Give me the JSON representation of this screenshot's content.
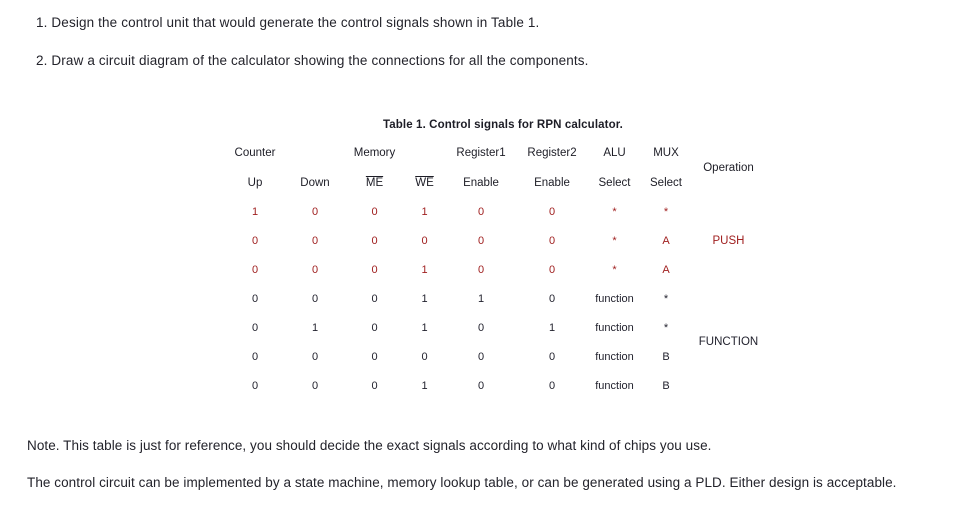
{
  "intro": {
    "items": [
      "1. Design the control unit that would generate the control signals shown in Table 1.",
      "2. Draw a circuit diagram of the calculator showing the connections for all the components."
    ]
  },
  "table": {
    "caption": "Table 1. Control signals for RPN calculator.",
    "group_headers": {
      "counter": "Counter",
      "counter_blank": "",
      "memory": "Memory",
      "memory_blank": "",
      "register1": "Register1",
      "register2": "Register2",
      "alu": "ALU",
      "mux": "MUX",
      "operation": "Operation"
    },
    "sub_headers": {
      "up": "Up",
      "down": "Down",
      "me": "ME",
      "we": "WE",
      "reg1_enable": "Enable",
      "reg2_enable": "Enable",
      "alu_select": "Select",
      "mux_select": "Select"
    },
    "rows": [
      {
        "up": "1",
        "down": "0",
        "me": "0",
        "we": "1",
        "reg1": "0",
        "reg2": "0",
        "alu": "*",
        "mux": "*"
      },
      {
        "up": "0",
        "down": "0",
        "me": "0",
        "we": "0",
        "reg1": "0",
        "reg2": "0",
        "alu": "*",
        "mux": "A"
      },
      {
        "up": "0",
        "down": "0",
        "me": "0",
        "we": "1",
        "reg1": "0",
        "reg2": "0",
        "alu": "*",
        "mux": "A"
      },
      {
        "up": "0",
        "down": "0",
        "me": "0",
        "we": "1",
        "reg1": "1",
        "reg2": "0",
        "alu": "function",
        "mux": "*"
      },
      {
        "up": "0",
        "down": "1",
        "me": "0",
        "we": "1",
        "reg1": "0",
        "reg2": "1",
        "alu": "function",
        "mux": "*"
      },
      {
        "up": "0",
        "down": "0",
        "me": "0",
        "we": "0",
        "reg1": "0",
        "reg2": "0",
        "alu": "function",
        "mux": "B"
      },
      {
        "up": "0",
        "down": "0",
        "me": "0",
        "we": "1",
        "reg1": "0",
        "reg2": "0",
        "alu": "function",
        "mux": "B"
      }
    ],
    "operations": {
      "push": "PUSH",
      "function": "FUNCTION"
    },
    "colors": {
      "border_heavy": "#59670b",
      "border_light": "#8cc113",
      "push_text": "#a02020",
      "function_text": "#22222e"
    }
  },
  "notes": {
    "items": [
      "Note. This table is just for reference, you should decide the exact signals according to what kind of chips you use.",
      "The control circuit can be implemented by a state machine, memory lookup table, or can be generated using a PLD. Either design is acceptable."
    ]
  }
}
